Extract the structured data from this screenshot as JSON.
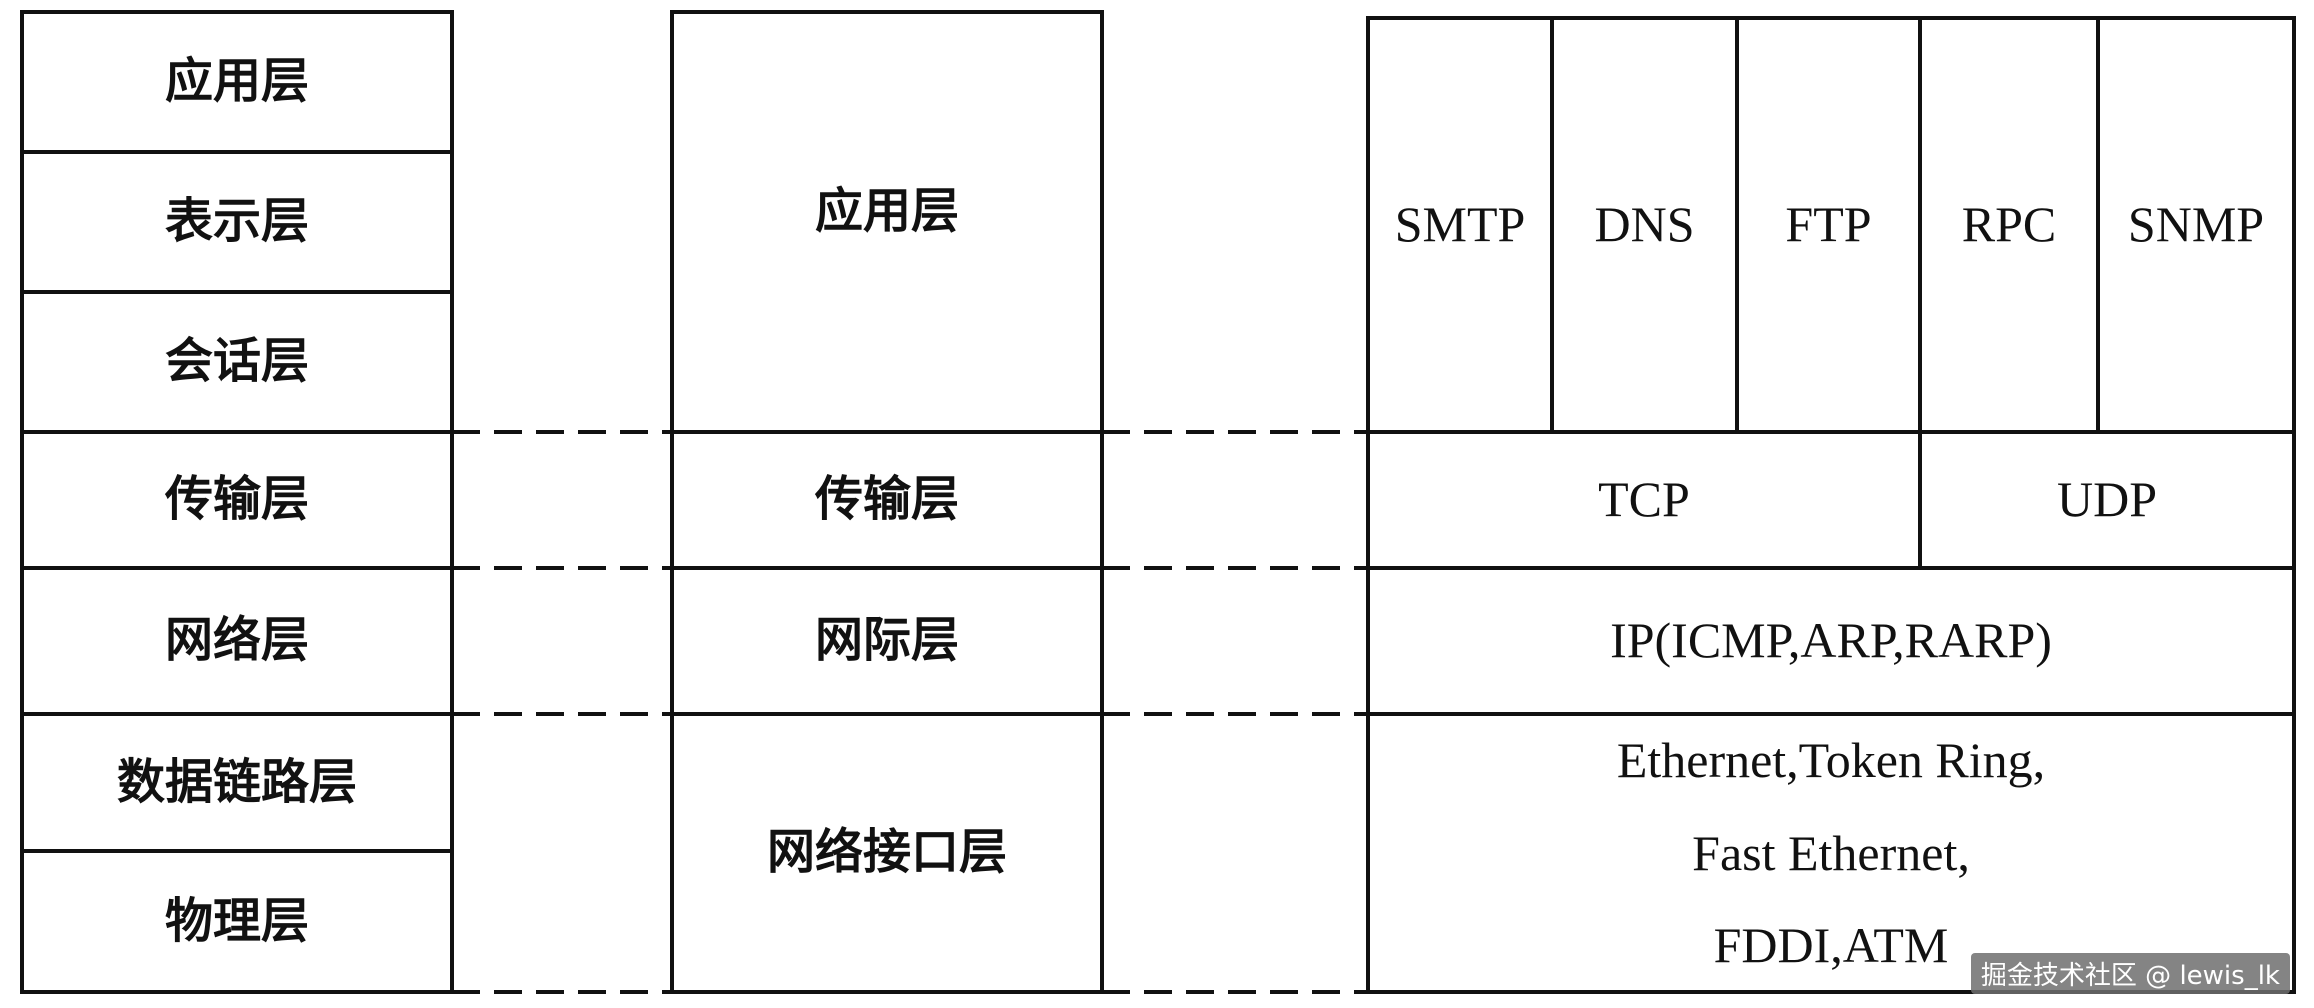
{
  "osi_model": {
    "layers": [
      "应用层",
      "表示层",
      "会话层",
      "传输层",
      "网络层",
      "数据链路层",
      "物理层"
    ]
  },
  "tcpip_model": {
    "layers": [
      "应用层",
      "传输层",
      "网际层",
      "网络接口层"
    ]
  },
  "protocols": {
    "application": [
      "SMTP",
      "DNS",
      "FTP",
      "RPC",
      "SNMP"
    ],
    "transport": [
      "TCP",
      "UDP"
    ],
    "internet": "IP(ICMP,ARP,RARP)",
    "network_interface": [
      "Ethernet,Token Ring,",
      "Fast Ethernet,",
      "FDDI,ATM"
    ]
  },
  "watermark": "掘金技术社区 @ lewis_lk",
  "colors": {
    "line": "#111111",
    "background": "#ffffff"
  }
}
